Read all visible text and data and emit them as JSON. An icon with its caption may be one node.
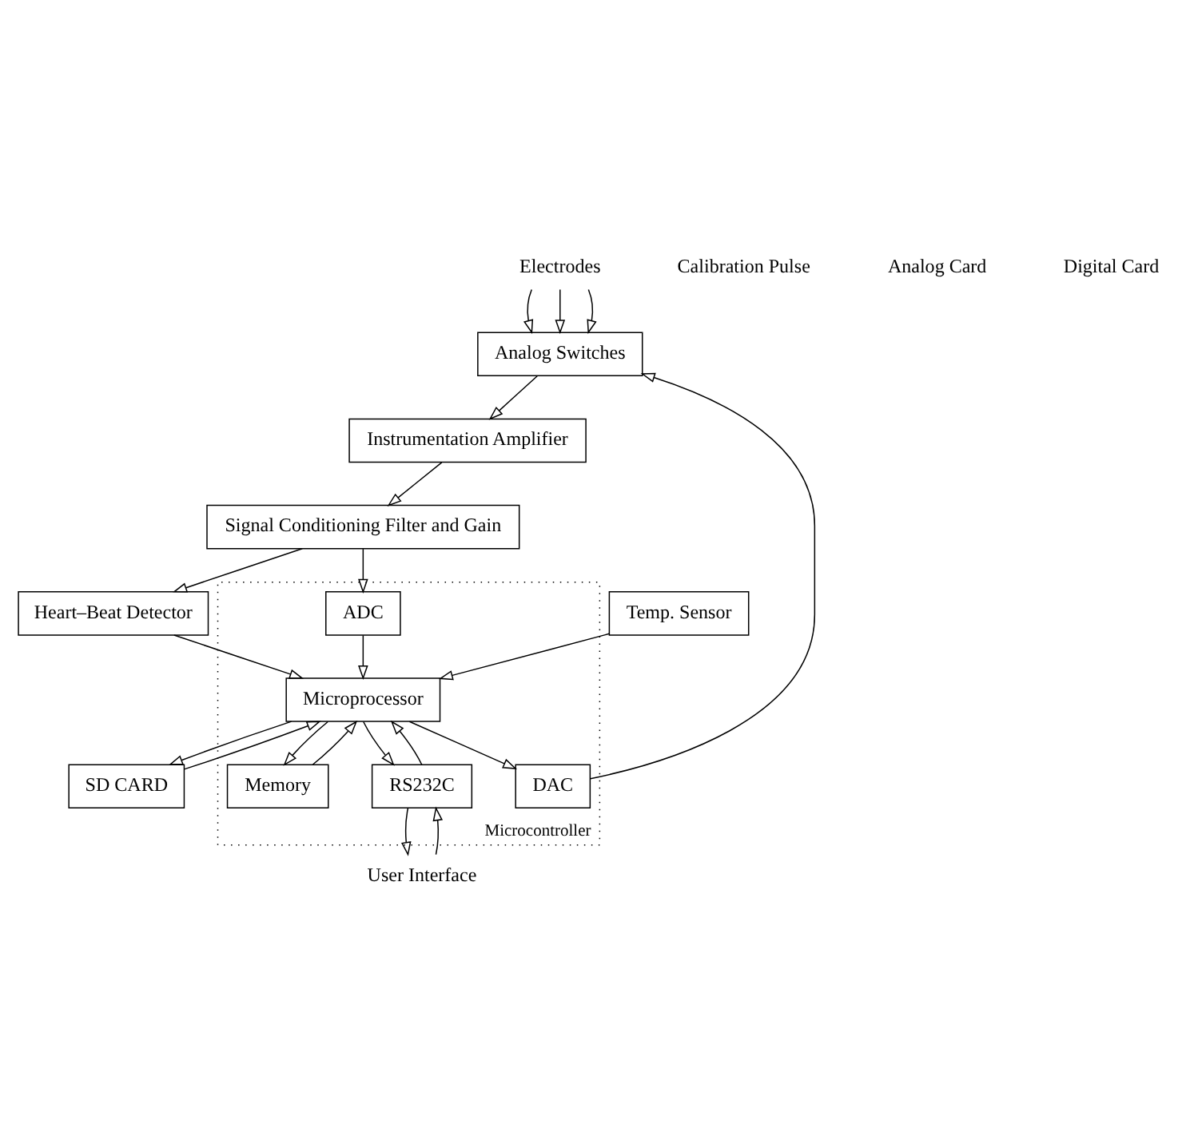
{
  "diagram": {
    "nodes": [
      {
        "text": [
          "Electrodes"
        ]
      },
      {
        "text": [
          "Analog Switches"
        ]
      },
      {
        "text": [
          "Instrumentation Amplifier"
        ]
      },
      {
        "text": [
          "Heart–Beat Detector"
        ]
      },
      {
        "text": [
          "Signal Conditioning Filter and Gain"
        ]
      },
      {
        "text": [
          "Temp. Sensor"
        ]
      },
      {
        "text": [
          "Microcontroller"
        ]
      },
      {
        "text": [
          "DAC"
        ],
        "in": 6
      },
      {
        "text": [
          "ADC"
        ],
        "in": 6
      },
      {
        "text": [
          "SD CARD"
        ]
      },
      {
        "text": [
          "Microprocessor"
        ],
        "in": 6
      },
      {
        "text": [
          "Memory"
        ],
        "in": 6
      },
      {
        "text": [
          "RS232C"
        ],
        "in": 6
      },
      {
        "text": [
          "User Interface"
        ]
      }
    ],
    "edges": [
      {
        "from": 0,
        "to": 1,
        "arrow": "to"
      },
      {
        "from": 0,
        "to": 1,
        "arrow": "to"
      },
      {
        "from": 0,
        "to": 1,
        "arrow": "to"
      },
      {
        "from": 1,
        "to": 2,
        "arrow": "to"
      },
      {
        "from": 2,
        "to": 4,
        "arrow": "to"
      },
      {
        "from": 4,
        "to": 3,
        "arrow": "to"
      },
      {
        "from": 4,
        "to": 8,
        "arrow": "to"
      },
      {
        "from": 7,
        "to": 1,
        "arrow": "to"
      },
      {
        "from": 10,
        "to": 7,
        "arrow": "to"
      },
      {
        "from": 8,
        "to": 10,
        "arrow": "to"
      },
      {
        "from": 10,
        "to": 9,
        "arrow": "to"
      },
      {
        "from": 9,
        "to": 10,
        "arrow": "to"
      },
      {
        "from": 3,
        "to": 10,
        "arrow": "to"
      },
      {
        "from": 5,
        "to": 10,
        "arrow": "to"
      },
      {
        "from": 11,
        "to": 10,
        "arrow": "to"
      },
      {
        "from": 10,
        "to": 11,
        "arrow": "to"
      },
      {
        "from": 12,
        "to": 10,
        "arrow": "to"
      },
      {
        "from": 10,
        "to": 12,
        "arrow": "to"
      },
      {
        "from": 13,
        "to": 12,
        "arrow": "to"
      },
      {
        "from": 12,
        "to": 13,
        "arrow": "to"
      }
    ],
    "labels": [
      "Calibration Pulse",
      "Analog Card",
      "Digital Card"
    ]
  }
}
